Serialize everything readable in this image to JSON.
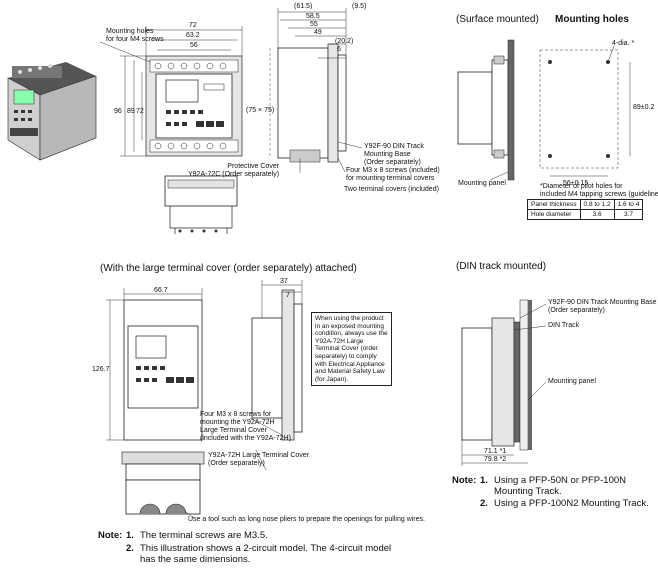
{
  "headings": {
    "surface": "(Surface mounted)",
    "mounting_holes": "Mounting holes",
    "large_cover": "(With the large terminal cover (order separately) attached)",
    "din_track": "(DIN track mounted)"
  },
  "front_view": {
    "label_mounting_holes": "Mounting holes\nfor four M4 screws",
    "dims": {
      "w72": "72",
      "w63": "63.2",
      "w56": "56",
      "h96": "96",
      "h89": "89",
      "h72": "72"
    }
  },
  "side_view": {
    "dims": {
      "d61": "(61.5)",
      "d58": "58.5",
      "d55": "55",
      "d49": "49",
      "d6": "6",
      "d9": "(9.5)",
      "d20": "(20.2)",
      "d75": "(75 × 75)"
    },
    "label_din_base": "Y92F-90 DIN Track\nMounting Base\n(Order separately)",
    "label_screws": "Four M3 x 8 screws (included)\nfor mounting terminal covers",
    "label_covers": "Two terminal covers (included)",
    "label_protective": "Protective Cover\nY92A-72C (Order separately)"
  },
  "holes": {
    "label_4dia": "4-dia. *",
    "dim_89": "89±0.2",
    "dim_56": "56±0.15",
    "label_panel": "Mounting panel",
    "footnote": "*Diameter of pilot holes for\nincluded M4 tapping screws (guideline)",
    "table": [
      [
        "Panel thickness",
        "0.8 to 1.2",
        "1.6 to 4"
      ],
      [
        "Hole diameter",
        "3.6",
        "3.7"
      ]
    ]
  },
  "large": {
    "dim_66": "66.7",
    "dim_126": "126.7",
    "dim_37": "37",
    "dim_7": "7",
    "box_text": "When using the product\nin an exposed mounting\ncondition, always use the\nY92A-72H Large\nTerminal Cover (order\nseparately) to comply\nwith Electrical Appliance\nand Material Safety Law\n(for Japan).",
    "label_screws": "Four M3 x 8 screws for\nmounting the Y92A-72H\nLarge Terminal Cover\n(included with the Y92A-72H)",
    "label_cover": "Y92A-72H Large Terminal Cover\n(Order separately)",
    "label_pliers": "Use a tool such as long nose pliers to prepare the openings for pulling wires."
  },
  "din": {
    "label_base": "Y92F-90 DIN Track Mounting Base\n(Order separately)",
    "label_track": "DIN Track",
    "label_panel": "Mounting panel",
    "dim_71": "71.1 *1",
    "dim_79": "79.8 *2"
  },
  "notes_left": {
    "prefix": "Note:",
    "n1_num": "1.",
    "n1": "The terminal screws are M3.5.",
    "n2_num": "2.",
    "n2": "This illustration shows a 2-circuit model. The 4-circuit model\nhas the same dimensions."
  },
  "notes_right": {
    "prefix": "Note:",
    "n1_num": "1.",
    "n1": "Using a PFP-50N or PFP-100N\nMounting Track.",
    "n2_num": "2.",
    "n2": "Using a PFP-100N2 Mounting Track."
  }
}
